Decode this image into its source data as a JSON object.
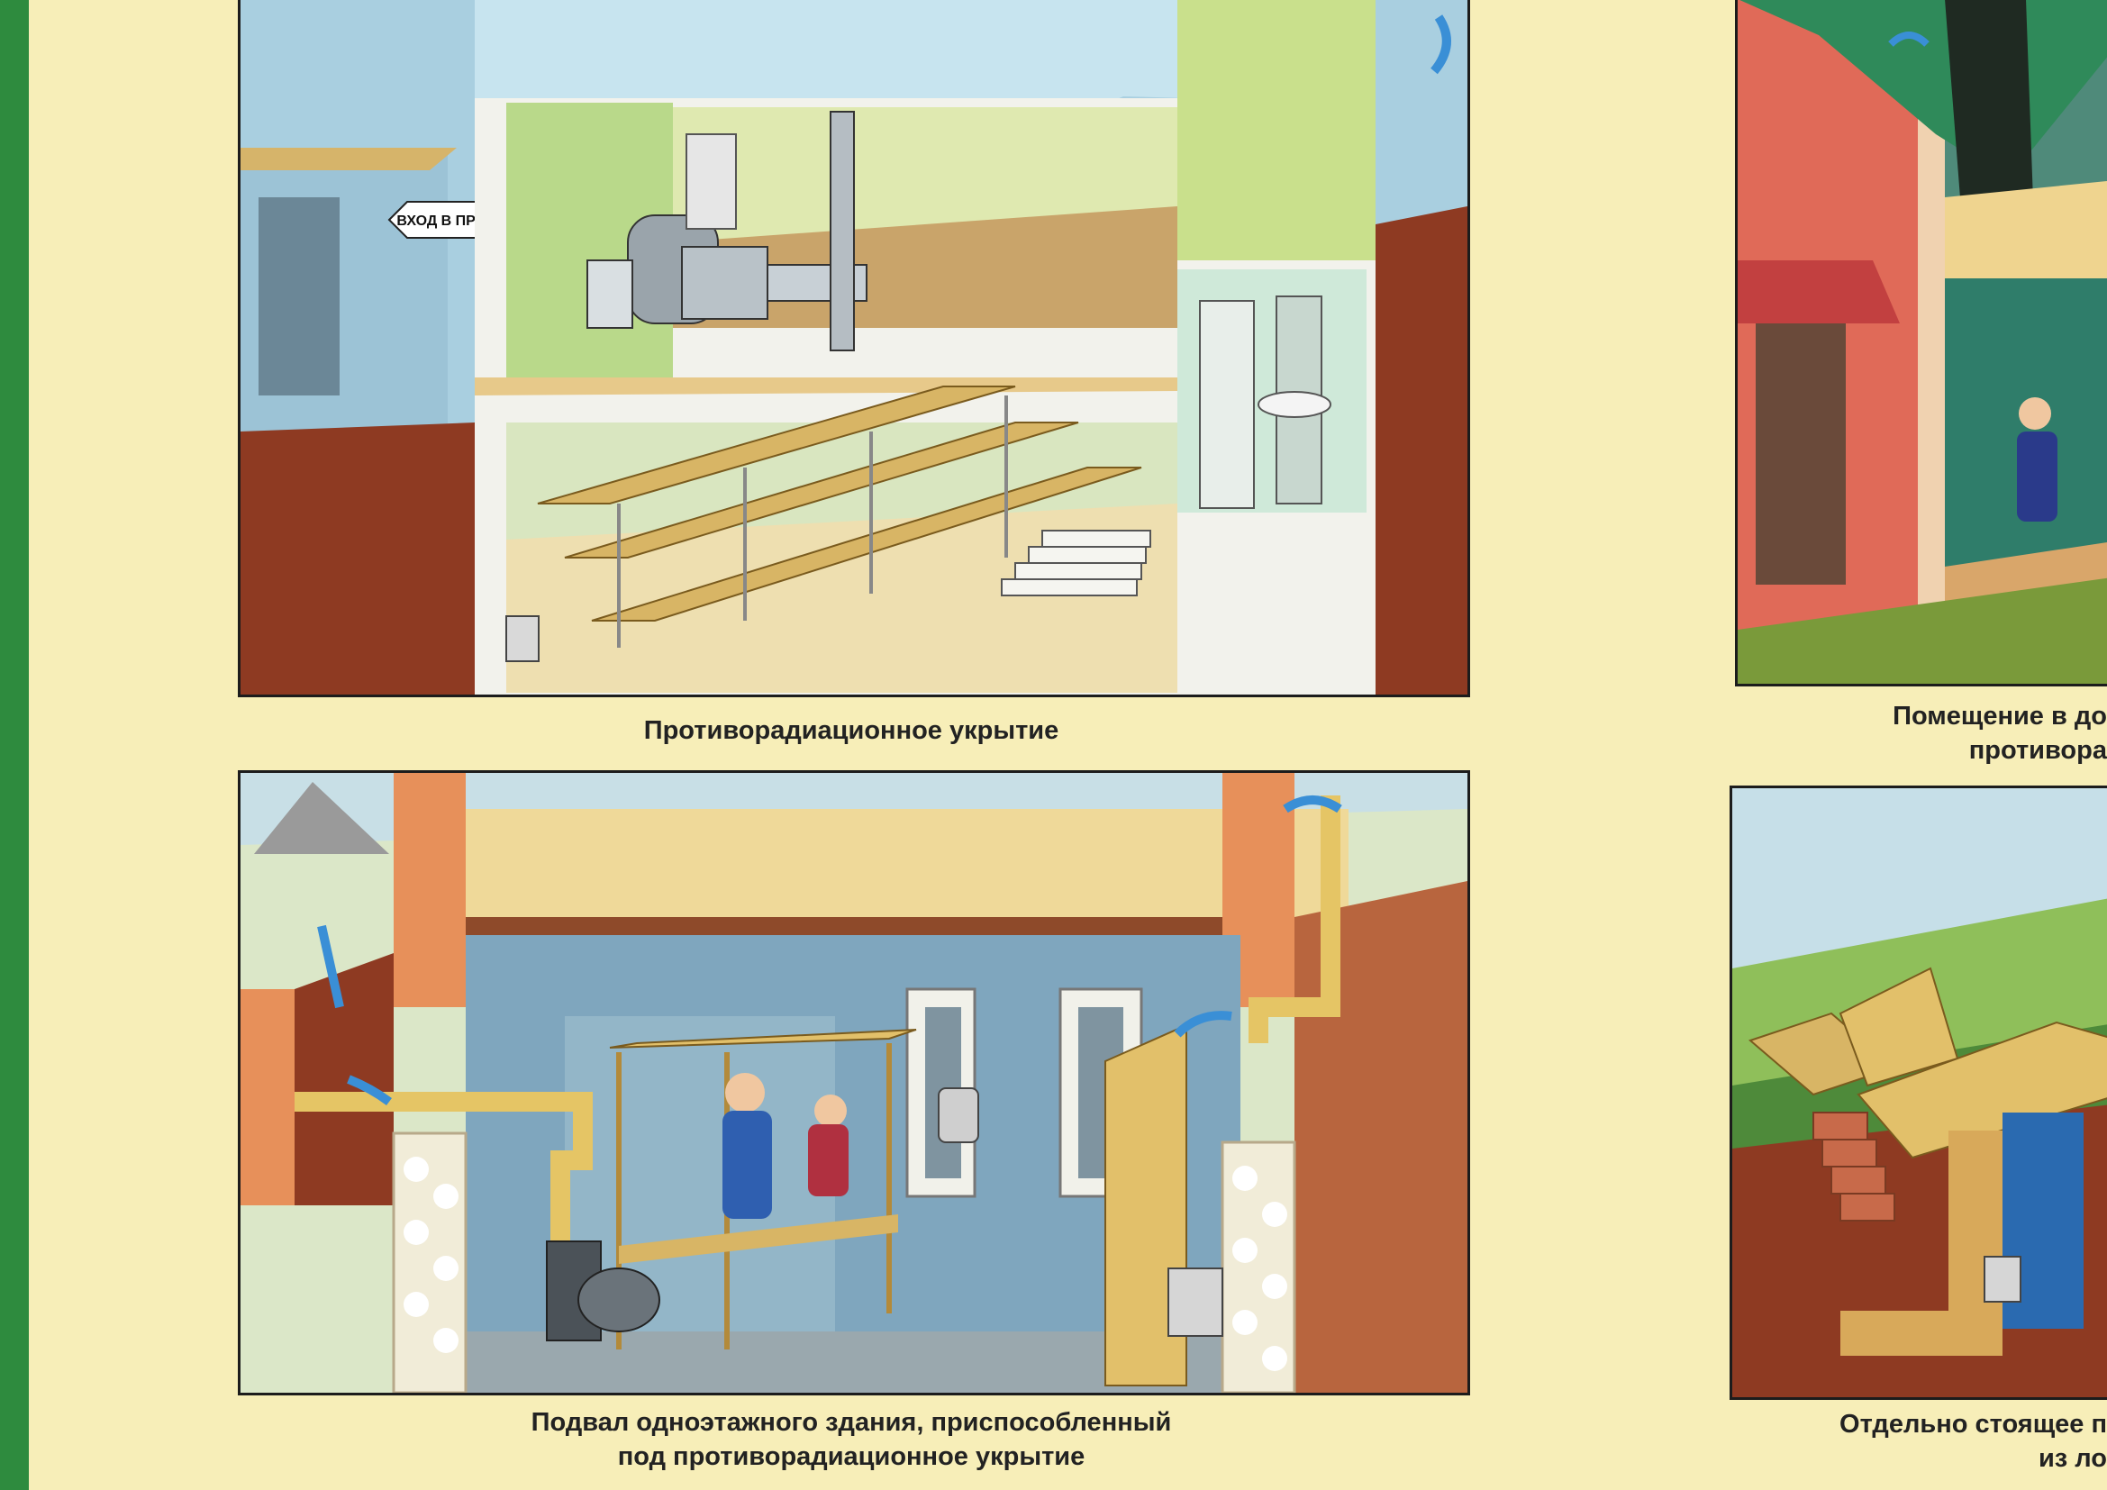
{
  "captions": {
    "anti_radiation_shelter": "Противорадиационное укрытие",
    "basement_line1": "Подвал одноэтажного здания, приспособленный",
    "basement_line2": "под противорадиационное укрытие",
    "house_room_line1": "Помещение в до",
    "house_room_line2": "противора",
    "detached_line1": "Отдельно стоящее п",
    "detached_line2": "из ло"
  },
  "signs": {
    "entrance_sign": "ВХОД В ПРУ"
  },
  "colors": {
    "background": "#f7eeb8",
    "edge_green": "#2e8b3e",
    "ground": "#8e3a22",
    "floor": "#e7c98a",
    "airflow_arrow": "#3a8fd6",
    "brick": "#e7905a",
    "roof_green": "#2f8a5a"
  }
}
